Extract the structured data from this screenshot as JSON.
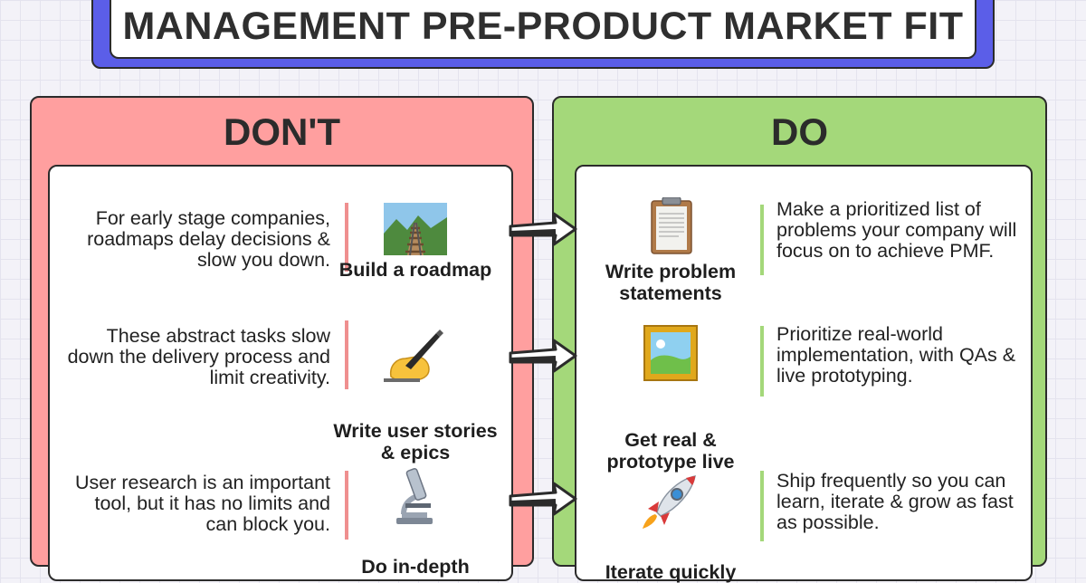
{
  "title": "MANAGEMENT PRE-PRODUCT MARKET FIT",
  "dont": {
    "heading": "DON'T",
    "items": [
      {
        "icon": "railway-track-icon",
        "label": "Build a roadmap",
        "text": "For early stage companies, roadmaps delay decisions & slow you down."
      },
      {
        "icon": "writing-hand-icon",
        "label": "Write user stories & epics",
        "text": "These abstract tasks slow down the delivery process and limit creativity."
      },
      {
        "icon": "microscope-icon",
        "label": "Do in-depth",
        "text": "User research is an important tool, but it has no limits and can block you."
      }
    ]
  },
  "do": {
    "heading": "DO",
    "items": [
      {
        "icon": "clipboard-icon",
        "label": "Write problem statements",
        "text": "Make a prioritized list of problems your company will focus on to achieve PMF."
      },
      {
        "icon": "framed-picture-icon",
        "label": "Get real & prototype live",
        "text": "Prioritize real-world implementation, with QAs & live prototyping."
      },
      {
        "icon": "rocket-icon",
        "label": "Iterate quickly",
        "text": "Ship frequently so you can learn, iterate & grow as fast as possible."
      }
    ]
  }
}
